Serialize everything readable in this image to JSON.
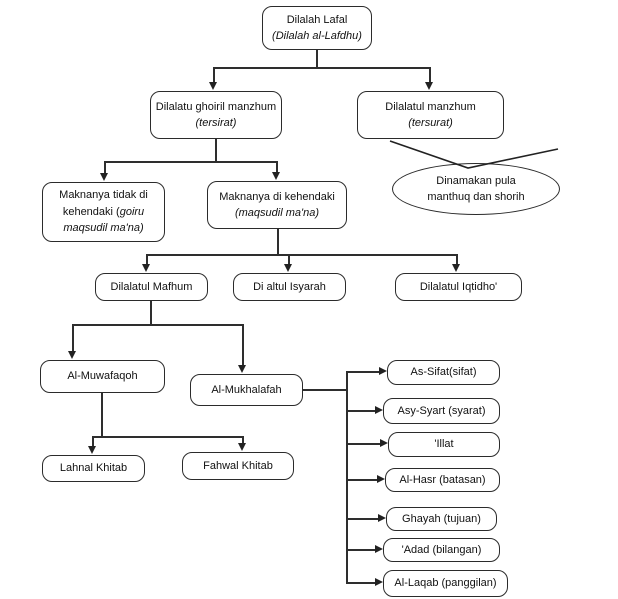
{
  "nodes": {
    "root": {
      "line1": "Dilalah Lafal",
      "line2": "(Dilalah al-Lafdhu)"
    },
    "ghoiril": {
      "text": "Dilalatu ghoiril manzhum",
      "italic": "(tersirat)"
    },
    "manzhum": {
      "line1": "Dilalatul manzhum",
      "line2": "(tersurat)"
    },
    "bubble": {
      "line1": "Dinamakan pula",
      "line2": "manthuq dan shorih"
    },
    "tidak": {
      "text": "Maknanya tidak di kehendaki (",
      "italic": "goiru maqsudil ma'na)"
    },
    "dikehendaki": {
      "line1": "Maknanya di kehendaki",
      "line2": "(maqsudil ma'na)"
    },
    "mafhum": {
      "label": "Dilalatul Mafhum"
    },
    "isyarah": {
      "label": "Di altul Isyarah"
    },
    "iqtidho": {
      "label": "Dilalatul Iqtidho'"
    },
    "muwafaqoh": {
      "label": "Al-Muwafaqoh"
    },
    "mukhalafah": {
      "label": "Al-Mukhalafah"
    },
    "lahnal": {
      "label": "Lahnal Khitab"
    },
    "fahwal": {
      "label": "Fahwal Khitab"
    },
    "sifat": {
      "label": "As-Sifat(sifat)"
    },
    "syart": {
      "label": "Asy-Syart (syarat)"
    },
    "illat": {
      "label": "'Illat"
    },
    "hasr": {
      "label": "Al-Hasr (batasan)"
    },
    "ghayah": {
      "label": "Ghayah (tujuan)"
    },
    "adad": {
      "label": "'Adad (bilangan)"
    },
    "laqab": {
      "label": "Al-Laqab (panggilan)"
    }
  },
  "colors": {
    "node_border": "#2b2b2b",
    "connector": "#2e2e2e",
    "text": "#111111",
    "background": "#ffffff"
  }
}
